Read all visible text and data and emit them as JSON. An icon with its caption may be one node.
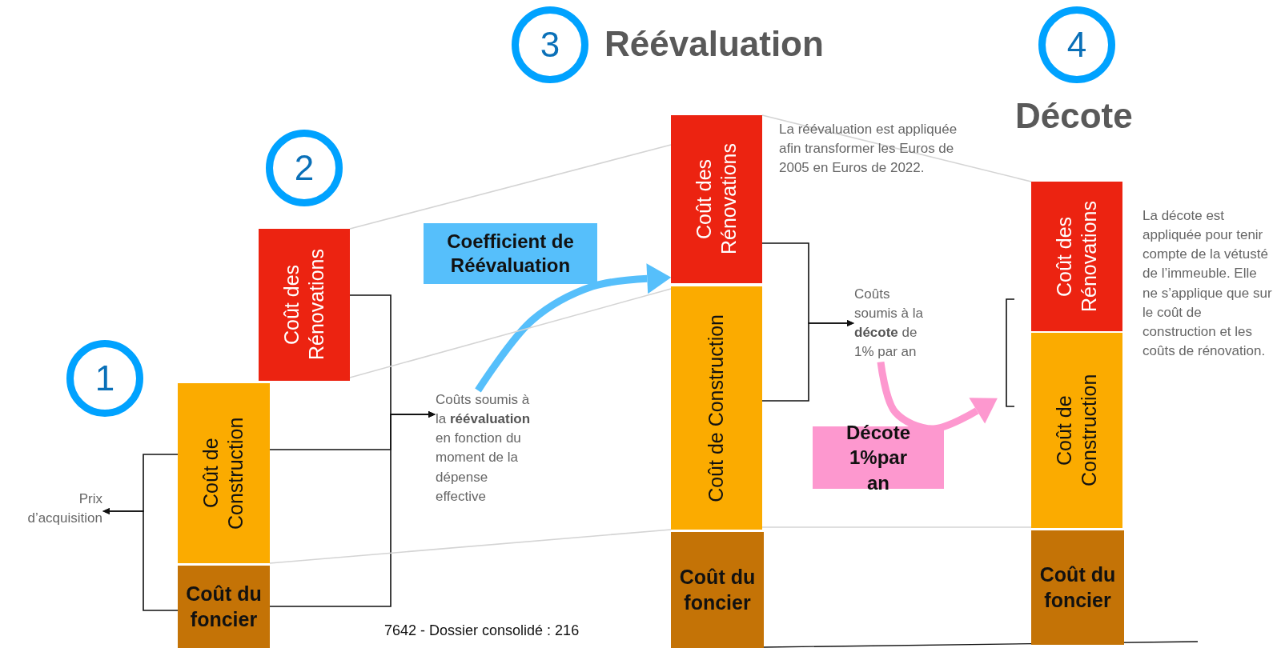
{
  "diagram": {
    "nodes": [
      {
        "text": [
          "1"
        ]
      },
      {
        "text": [
          "2"
        ]
      },
      {
        "text": [
          "3"
        ],
        "beside": [
          "Réévaluation"
        ]
      },
      {
        "text": [
          "4"
        ],
        "beside": [
          "Décote"
        ]
      },
      {
        "text": [
          "Coût des Rénovations"
        ]
      },
      {
        "text": [
          "Coût de Construction"
        ]
      },
      {
        "text": [
          "Coût du foncier"
        ]
      },
      {
        "text": [
          "Prix d’acquisition"
        ]
      },
      {
        "text": [
          "Coûts soumis à la **réévaluation** en fonction du moment de la dépense effective"
        ]
      },
      {
        "text": [
          "Coefficient de Réévaluation"
        ]
      },
      {
        "text": [
          "Coût des Rénovations"
        ]
      },
      {
        "text": [
          "Coût de Construction"
        ]
      },
      {
        "text": [
          "Coût du foncier"
        ]
      },
      {
        "text": [
          "La réévaluation est appliquée afin transformer les Euros de 2005 en Euros de 2022."
        ]
      },
      {
        "text": [
          "Coûts soumis à la **décote** de 1% par an"
        ]
      },
      {
        "text": [
          "Coût des Rénovations"
        ]
      },
      {
        "text": [
          "Coût de Construction"
        ]
      },
      {
        "text": [
          "Coût du foncier"
        ]
      },
      {
        "text": [
          "La décote est appliquée pour tenir compte de la vétusté de l’immeuble. Elle ne s’applique que sur le coût de construction et les coûts de rénovation."
        ]
      }
    ],
    "edges": [
      {
        "from": 5,
        "to": 7,
        "arrow": "to"
      },
      {
        "from": 6,
        "to": 7,
        "arrow": "to"
      },
      {
        "from": 4,
        "to": 8,
        "arrow": "to"
      },
      {
        "from": 5,
        "to": 8,
        "arrow": "to"
      },
      {
        "from": 6,
        "to": 8,
        "arrow": "to"
      },
      {
        "from": 8,
        "to": 10,
        "arrow": "to",
        "style": "thick",
        "color": "#56bffb"
      },
      {
        "from": 10,
        "to": 14,
        "arrow": "to"
      },
      {
        "from": 11,
        "to": 14,
        "arrow": "to"
      },
      {
        "from": 14,
        "to": null,
        "arrow": "to",
        "label": "Décote 1%par an",
        "style": "thick",
        "color": "#fd98cf"
      },
      {
        "from": 4,
        "to": 10,
        "arrow": "none",
        "color": "#d4d4d4"
      },
      {
        "from": 4,
        "to": 10,
        "arrow": "none",
        "color": "#d4d4d4"
      },
      {
        "from": 5,
        "to": 11,
        "arrow": "none",
        "color": "#d4d4d4"
      },
      {
        "from": 10,
        "to": 15,
        "arrow": "none",
        "color": "#d4d4d4"
      },
      {
        "from": 11,
        "to": 16,
        "arrow": "none",
        "color": "#d4d4d4"
      }
    ],
    "labels": [
      "7642 - Dossier consolidé : 216"
    ]
  }
}
